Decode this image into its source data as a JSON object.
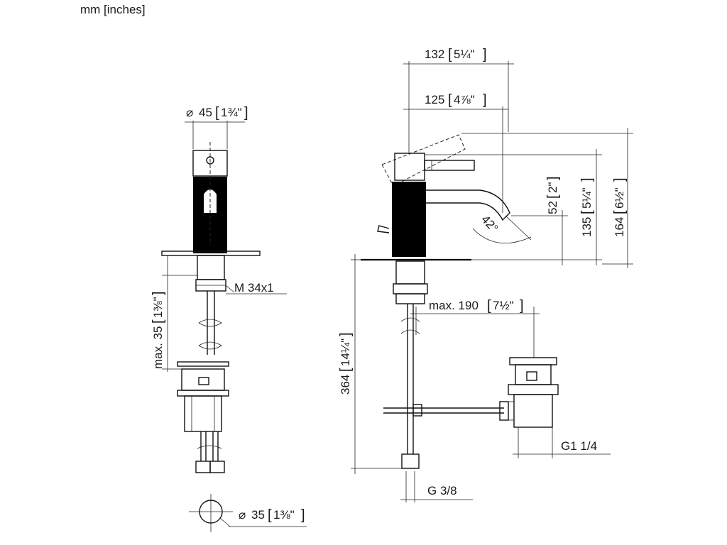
{
  "units_label": "mm [inches]",
  "dimensions": {
    "d45": {
      "symbol": "⌀",
      "mm": "45",
      "inch": "1¾\""
    },
    "w132": {
      "mm": "132",
      "inch": "5¼\""
    },
    "w125": {
      "mm": "125",
      "inch": "4⅞\""
    },
    "h52": {
      "mm": "52",
      "inch": "2\""
    },
    "h135": {
      "mm": "135",
      "inch": "5¼\""
    },
    "h164": {
      "mm": "164",
      "inch": "6½\""
    },
    "angle": {
      "value": "42°"
    },
    "thread_m34": {
      "text": "M 34x1"
    },
    "max35": {
      "prefix": "max. 35",
      "inch": "1⅜\""
    },
    "max190": {
      "prefix": "max. 190",
      "inch": "7½\""
    },
    "h364": {
      "mm": "364",
      "inch": "14¼\""
    },
    "g1": {
      "text": "G1 1/4"
    },
    "g38": {
      "text": "G 3/8"
    },
    "d35": {
      "symbol": "⌀",
      "mm": "35",
      "inch": "1⅜\""
    }
  }
}
